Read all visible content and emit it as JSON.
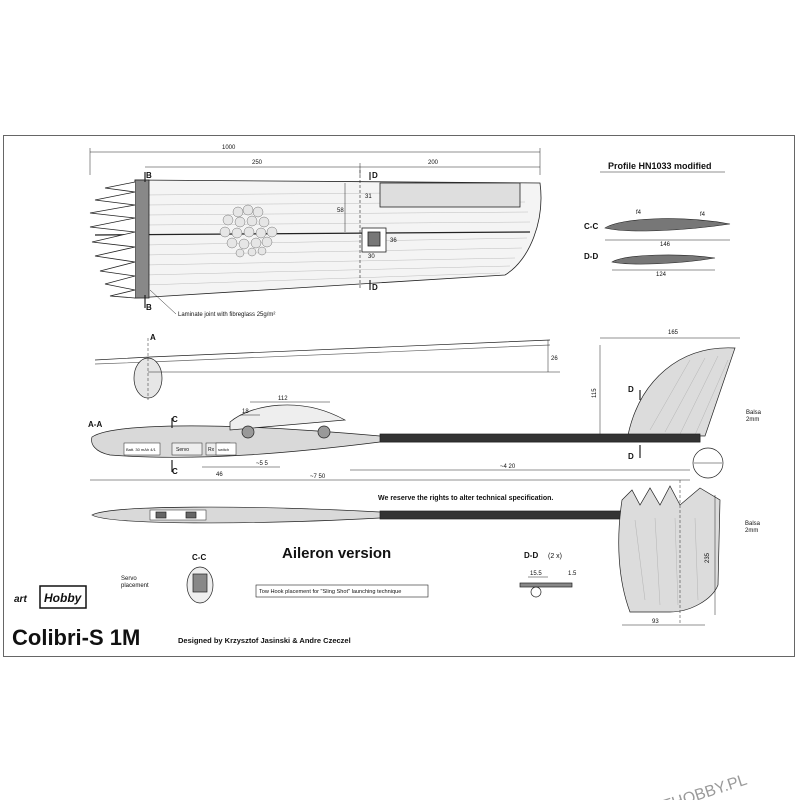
{
  "plan": {
    "wing": {
      "dim_total": "1000",
      "dim_inner": "250",
      "dim_outer": "200",
      "dim_chord": "58",
      "dim_aileron": "31",
      "dim_servo_w": "30",
      "dim_servo_h": "36",
      "section_b": "B",
      "section_d": "D",
      "note": "Laminate joint with fibreglass 25g/m²"
    },
    "profile": {
      "title": "Profile HN1033 modified",
      "cc_label": "C-C",
      "dd_label": "D-D",
      "dim_146": "146",
      "dim_124": "124",
      "dim_f4a": "f4",
      "dim_f4b": "f4"
    },
    "side": {
      "section_a": "A",
      "dim_26": "26"
    },
    "fin": {
      "dim_165": "165",
      "dim_115": "115",
      "section_d": "D",
      "balsa": "Balsa\n2mm"
    },
    "fuselage": {
      "section_aa": "A-A",
      "section_c": "C",
      "dim_18": "18",
      "dim_112": "112",
      "dim_46": "46",
      "dim_55": "~5 5",
      "dim_420": "~4 20",
      "dim_750": "~7 50",
      "part_batt": "Batt. 30 mAh 4/1",
      "part_servo": "Servo",
      "part_rx": "Rx",
      "part_switch": "switch"
    },
    "notice": "We reserve the rights to alter technical specification.",
    "tail": {
      "balsa": "Balsa\n2mm",
      "dim_235": "235",
      "dim_93": "93"
    },
    "aileron_title": "Aileron version",
    "servo_section": {
      "cc_label": "C-C",
      "servo_placement": "Servo\nplacement"
    },
    "dd_detail": {
      "label": "D-D",
      "qty": "(2 x)",
      "dim_15a": "15.5",
      "dim_15b": "1.5"
    },
    "tow_hook_note": "Tow Hook placement for \"Sling Shot\" launching technique",
    "brand": {
      "art": "art",
      "hobby": "Hobby"
    },
    "model_name": "Colibri-S 1M",
    "designers": "Designed by Krzysztof Jasinski & Andre Czeczel",
    "watermark": "ARTHOBBY.PL"
  }
}
